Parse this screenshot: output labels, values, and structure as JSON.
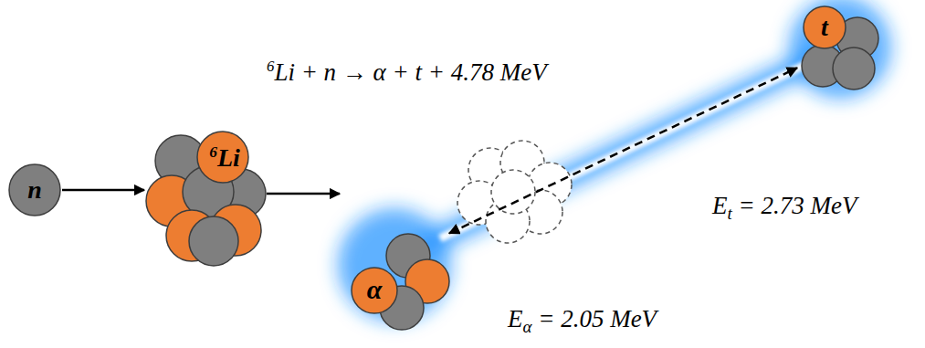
{
  "diagram": {
    "nodes": [
      {
        "text": [
          "n"
        ]
      },
      {
        "text": [
          "6Li"
        ]
      },
      {
        "text": [
          "α"
        ]
      },
      {
        "text": [
          "t"
        ]
      }
    ],
    "edges": [
      {
        "from": 0,
        "to": 1,
        "arrow": "to"
      },
      {
        "from": 1,
        "to": 2,
        "arrow": "to"
      },
      {
        "from": 2,
        "to": 3,
        "arrow": "both"
      }
    ],
    "labels": [
      "6Li + n → α + t + 4.78 MeV",
      "Et = 2.73 MeV",
      "Eα = 2.05 MeV"
    ]
  }
}
